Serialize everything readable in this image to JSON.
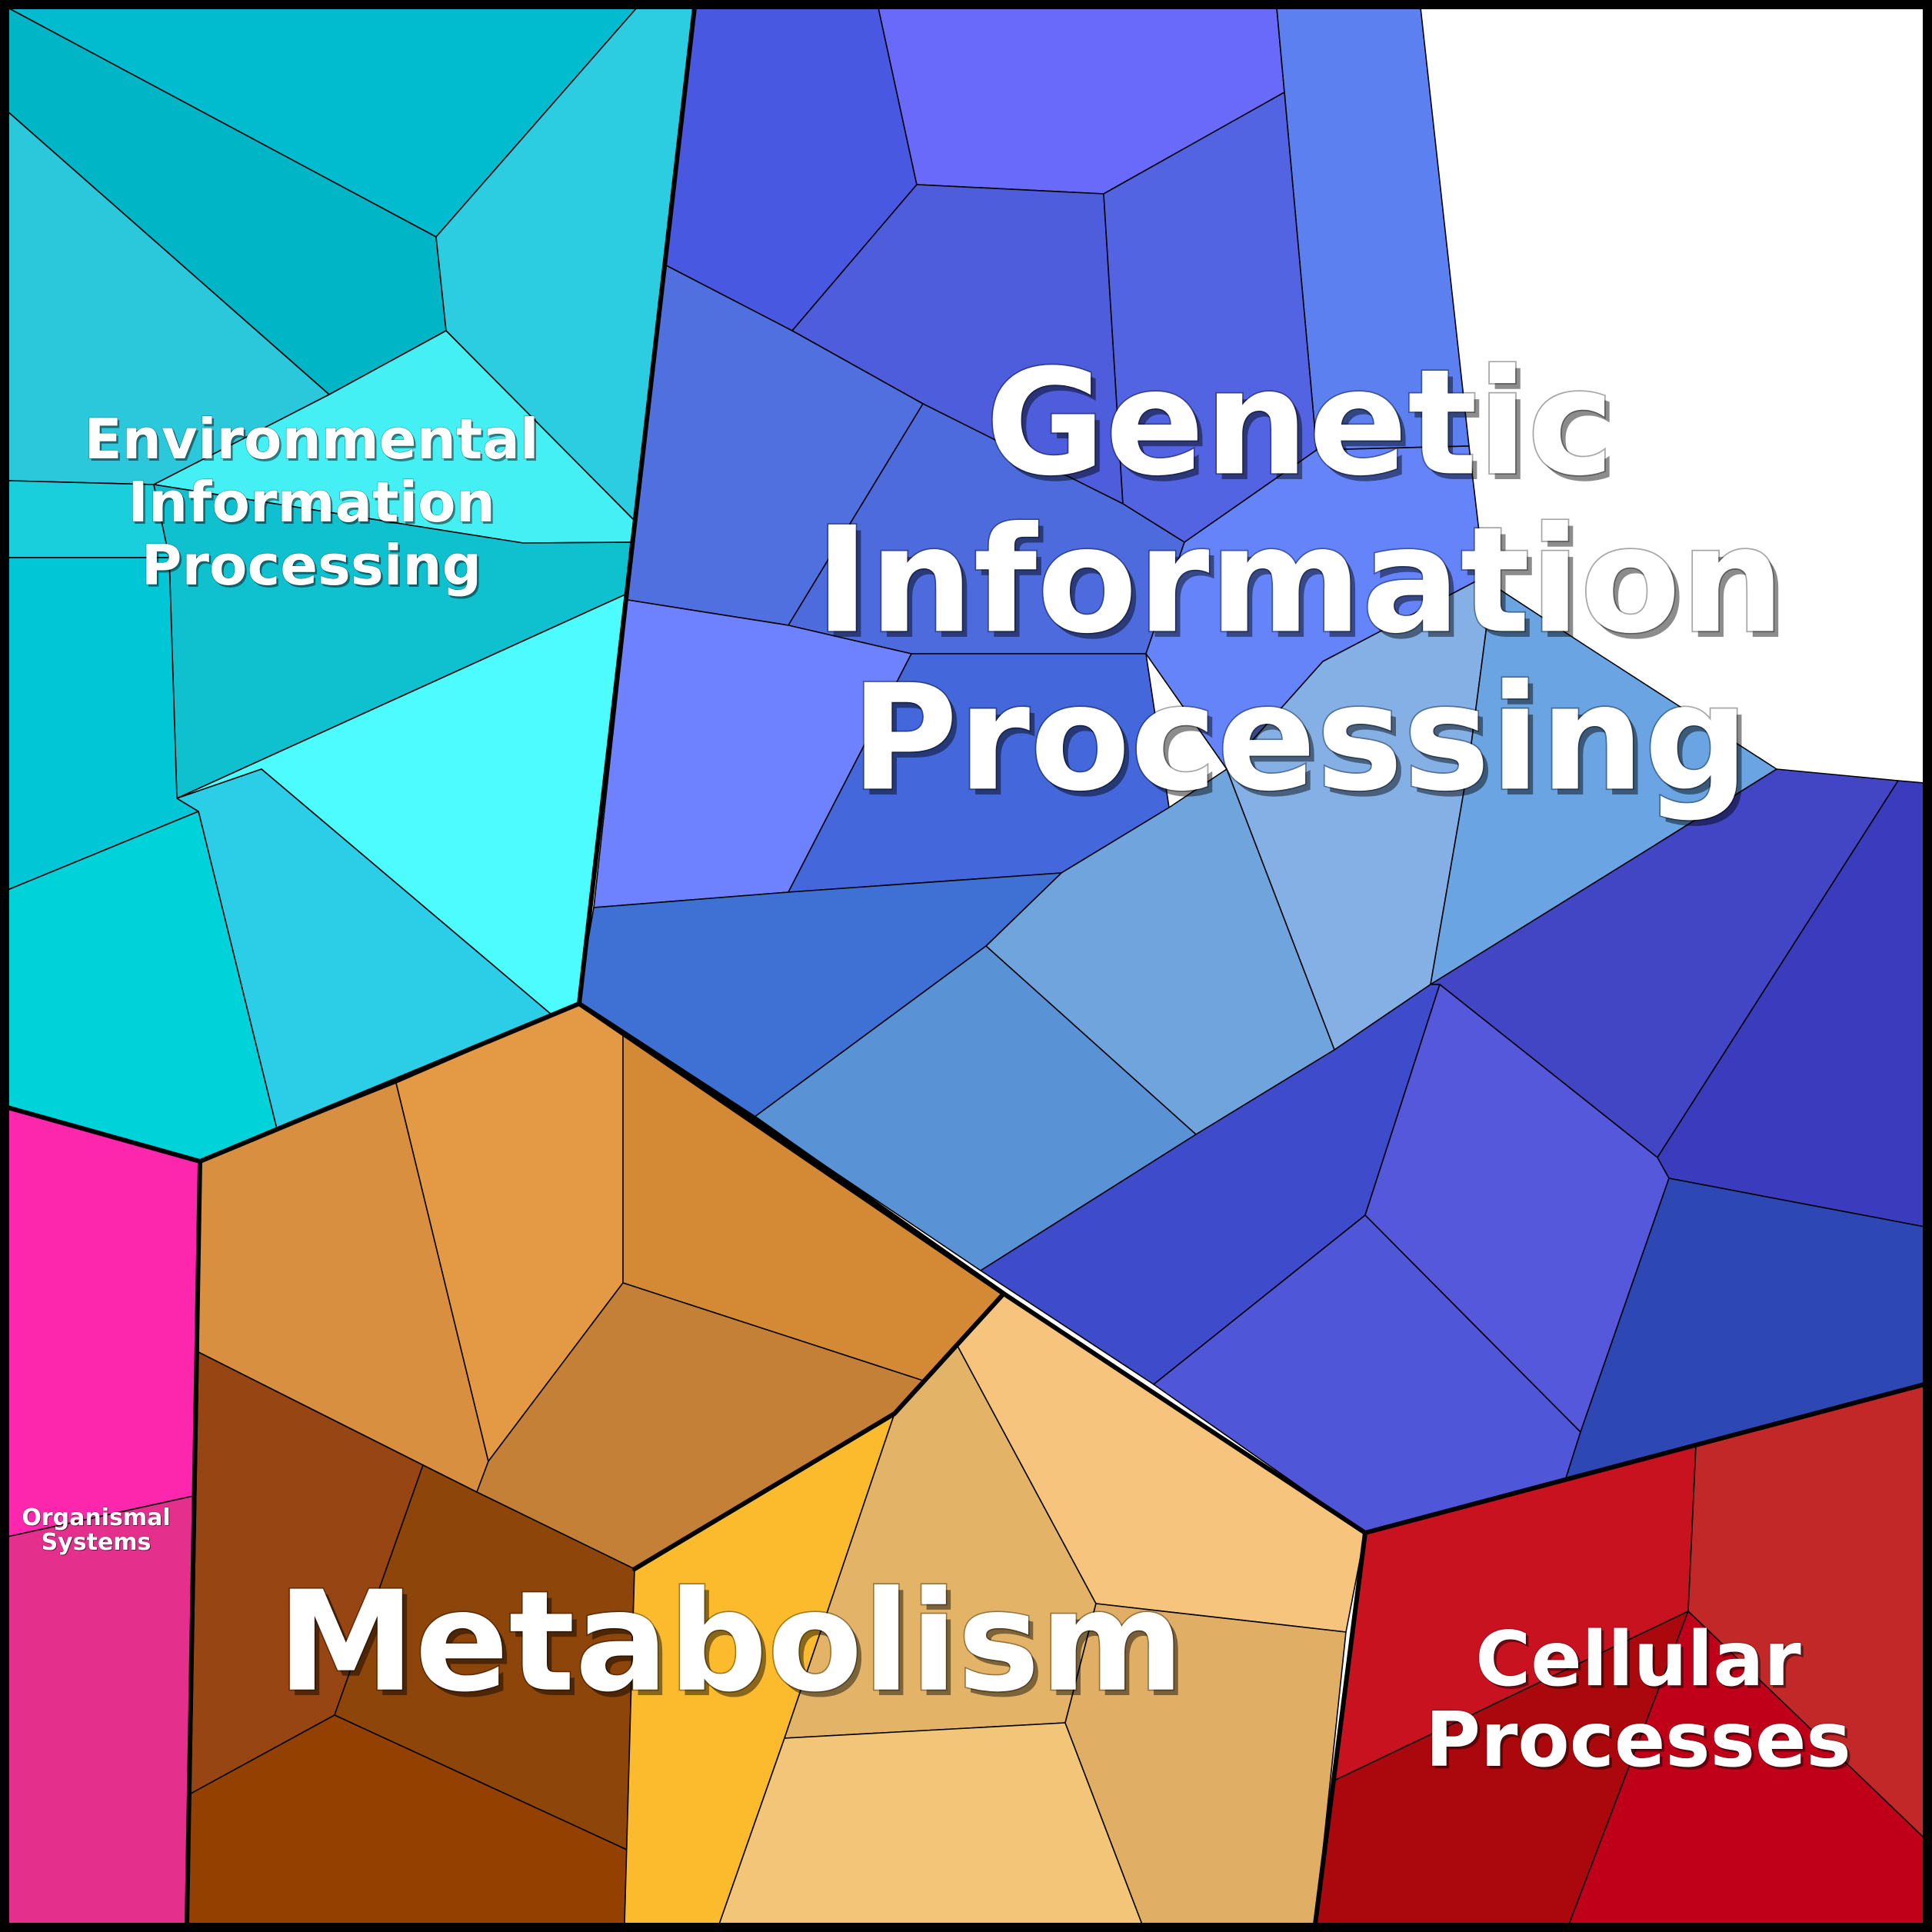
{
  "categories": [
    {
      "id": "environmental",
      "lines": [
        "Environmental",
        "Information",
        "Processing"
      ],
      "color": "#2ad0e0"
    },
    {
      "id": "genetic",
      "lines": [
        "Genetic",
        "Information",
        "Processing"
      ],
      "color": "#5070e0"
    },
    {
      "id": "metabolism",
      "lines": [
        "Metabolism"
      ],
      "color": "#d48a38"
    },
    {
      "id": "cellular",
      "lines": [
        "Cellular",
        "Processes"
      ],
      "color": "#c01020"
    },
    {
      "id": "organismal",
      "lines": [
        "Organismal",
        "Systems"
      ],
      "color": "#f02aa8"
    }
  ]
}
